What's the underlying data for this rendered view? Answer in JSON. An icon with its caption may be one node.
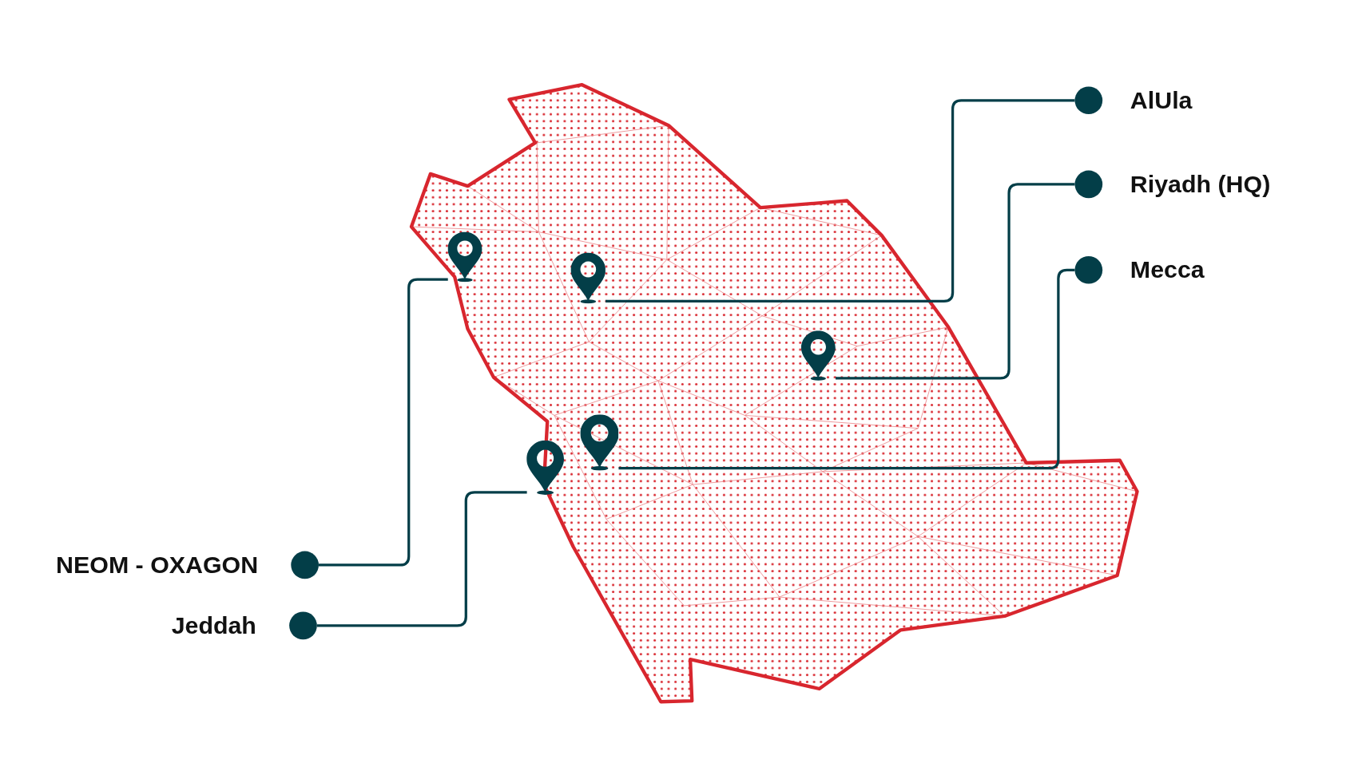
{
  "diagram": {
    "nodes": [
      {
        "text": [
          "AlUla"
        ]
      },
      {
        "text": [
          "Riyadh (HQ)"
        ]
      },
      {
        "text": [
          "Mecca"
        ]
      },
      {
        "text": [
          "NEOM - OXAGON"
        ]
      },
      {
        "text": [
          "Jeddah"
        ]
      },
      {
        "text": [],
        "shape": "pin"
      },
      {
        "text": [],
        "shape": "pin"
      },
      {
        "text": [],
        "shape": "pin"
      },
      {
        "text": [],
        "shape": "pin"
      },
      {
        "text": [],
        "shape": "pin"
      }
    ],
    "edges": [
      {
        "from": 0,
        "to": 7,
        "arrow": "none"
      },
      {
        "from": 1,
        "to": 9,
        "arrow": "none"
      },
      {
        "from": 2,
        "to": 8,
        "arrow": "none"
      },
      {
        "from": 3,
        "to": 5,
        "arrow": "none"
      },
      {
        "from": 4,
        "to": 6,
        "arrow": "none"
      }
    ]
  }
}
